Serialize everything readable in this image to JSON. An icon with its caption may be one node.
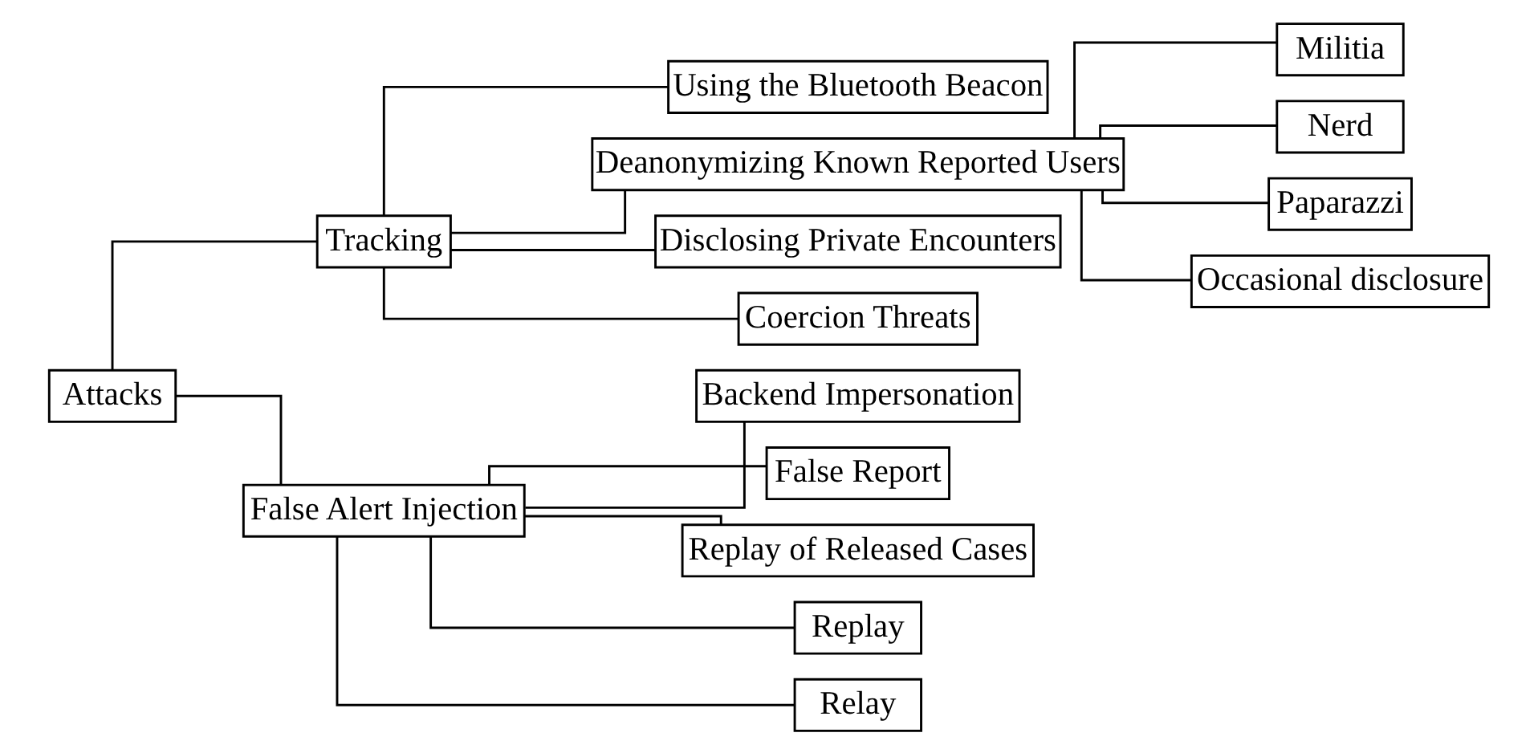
{
  "diagram": {
    "nodes": [
      {
        "text": [
          "Attacks"
        ]
      },
      {
        "text": [
          "Tracking"
        ]
      },
      {
        "text": [
          "Using the Bluetooth Beacon"
        ]
      },
      {
        "text": [
          "Deanonymizing Known Reported Users"
        ]
      },
      {
        "text": [
          "Militia"
        ]
      },
      {
        "text": [
          "Nerd"
        ]
      },
      {
        "text": [
          "Paparazzi"
        ]
      },
      {
        "text": [
          "Occasional disclosure"
        ]
      },
      {
        "text": [
          "Disclosing Private Encounters"
        ]
      },
      {
        "text": [
          "Coercion Threats"
        ]
      },
      {
        "text": [
          "False Alert Injection"
        ]
      },
      {
        "text": [
          "Backend Impersonation"
        ]
      },
      {
        "text": [
          "False Report"
        ]
      },
      {
        "text": [
          "Replay of Released Cases"
        ]
      },
      {
        "text": [
          "Replay"
        ]
      },
      {
        "text": [
          "Relay"
        ]
      }
    ],
    "edges": [
      {
        "from": 0,
        "to": 1,
        "arrow": "none"
      },
      {
        "from": 0,
        "to": 10,
        "arrow": "none"
      },
      {
        "from": 1,
        "to": 2,
        "arrow": "none"
      },
      {
        "from": 1,
        "to": 3,
        "arrow": "none"
      },
      {
        "from": 1,
        "to": 8,
        "arrow": "none"
      },
      {
        "from": 1,
        "to": 9,
        "arrow": "none"
      },
      {
        "from": 3,
        "to": 4,
        "arrow": "none"
      },
      {
        "from": 3,
        "to": 5,
        "arrow": "none"
      },
      {
        "from": 3,
        "to": 6,
        "arrow": "none"
      },
      {
        "from": 3,
        "to": 7,
        "arrow": "none"
      },
      {
        "from": 10,
        "to": 11,
        "arrow": "none"
      },
      {
        "from": 10,
        "to": 12,
        "arrow": "none"
      },
      {
        "from": 10,
        "to": 13,
        "arrow": "none"
      },
      {
        "from": 10,
        "to": 14,
        "arrow": "none"
      },
      {
        "from": 10,
        "to": 15,
        "arrow": "none"
      }
    ]
  }
}
